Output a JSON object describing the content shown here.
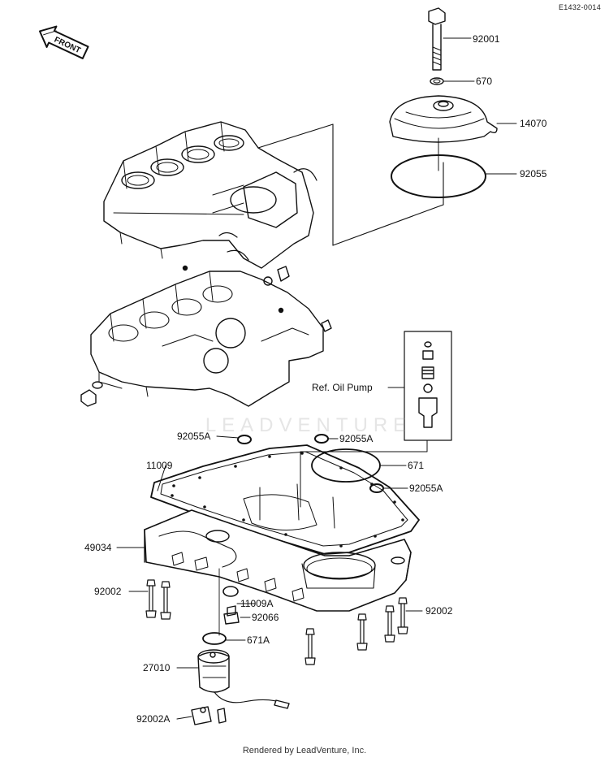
{
  "figure": {
    "ref_code": "E1432-0014",
    "front_label": "FRONT",
    "watermark": "LEADVENTURE",
    "footer": "Rendered by LeadVenture, Inc.",
    "ref_note": "Ref.  Oil Pump",
    "line_color": "#111111"
  },
  "parts": {
    "p92001": "92001",
    "p670": "670",
    "p14070": "14070",
    "p92055": "92055",
    "p92055A_left": "92055A",
    "p92055A_mid": "92055A",
    "p92055A_right": "92055A",
    "p11009": "11009",
    "p671": "671",
    "p49034": "49034",
    "p92002_left": "92002",
    "p92002_right": "92002",
    "p11009A": "11009A",
    "p92066": "92066",
    "p671A": "671A",
    "p27010": "27010",
    "p92002A": "92002A"
  }
}
